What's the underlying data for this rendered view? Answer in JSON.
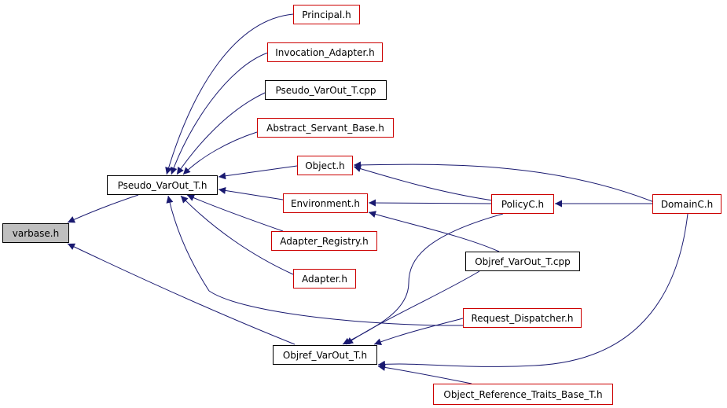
{
  "colors": {
    "edge": "#191970",
    "node_border_linked": "#cc0000",
    "node_border_plain": "#000000",
    "root_fill": "#bfbfbf"
  },
  "nodes": {
    "varbase": "varbase.h",
    "pseudo_varout_t_h": "Pseudo_VarOut_T.h",
    "principal": "Principal.h",
    "invocation_adapter": "Invocation_Adapter.h",
    "pseudo_varout_t_cpp": "Pseudo_VarOut_T.cpp",
    "abstract_servant_base": "Abstract_Servant_Base.h",
    "object": "Object.h",
    "environment": "Environment.h",
    "adapter_registry": "Adapter_Registry.h",
    "adapter": "Adapter.h",
    "policyc": "PolicyC.h",
    "domainc": "DomainC.h",
    "objref_varout_t_cpp": "Objref_VarOut_T.cpp",
    "request_dispatcher": "Request_Dispatcher.h",
    "objref_varout_t_h": "Objref_VarOut_T.h",
    "object_reference_traits_base_t": "Object_Reference_Traits_Base_T.h"
  }
}
